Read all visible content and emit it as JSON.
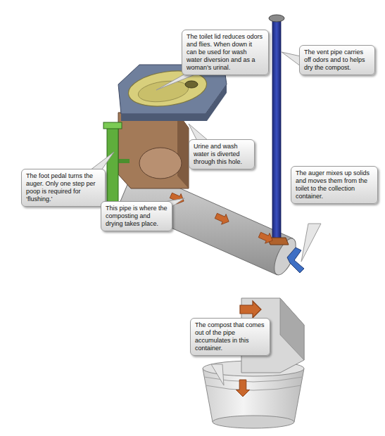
{
  "diagram": {
    "nodes": [
      {
        "text": [
          "The toilet lid reduces odors and flies. When down it can be used for wash water diversion and as a woman’s urinal."
        ]
      },
      {
        "text": [
          "The vent pipe carries off odors and to helps dry the compost."
        ]
      },
      {
        "text": [
          "Urine and wash water is diverted through this hole."
        ]
      },
      {
        "text": [
          "The foot pedal turns the auger. Only one step per poop is required for ‘flushing.’"
        ]
      },
      {
        "text": [
          "The auger mixes up solids and moves them from the toilet to the collection container."
        ]
      },
      {
        "text": [
          "This pipe is where the composting and drying takes place."
        ]
      },
      {
        "text": [
          "The compost that comes out of the pipe accumulates in this container."
        ]
      }
    ]
  }
}
